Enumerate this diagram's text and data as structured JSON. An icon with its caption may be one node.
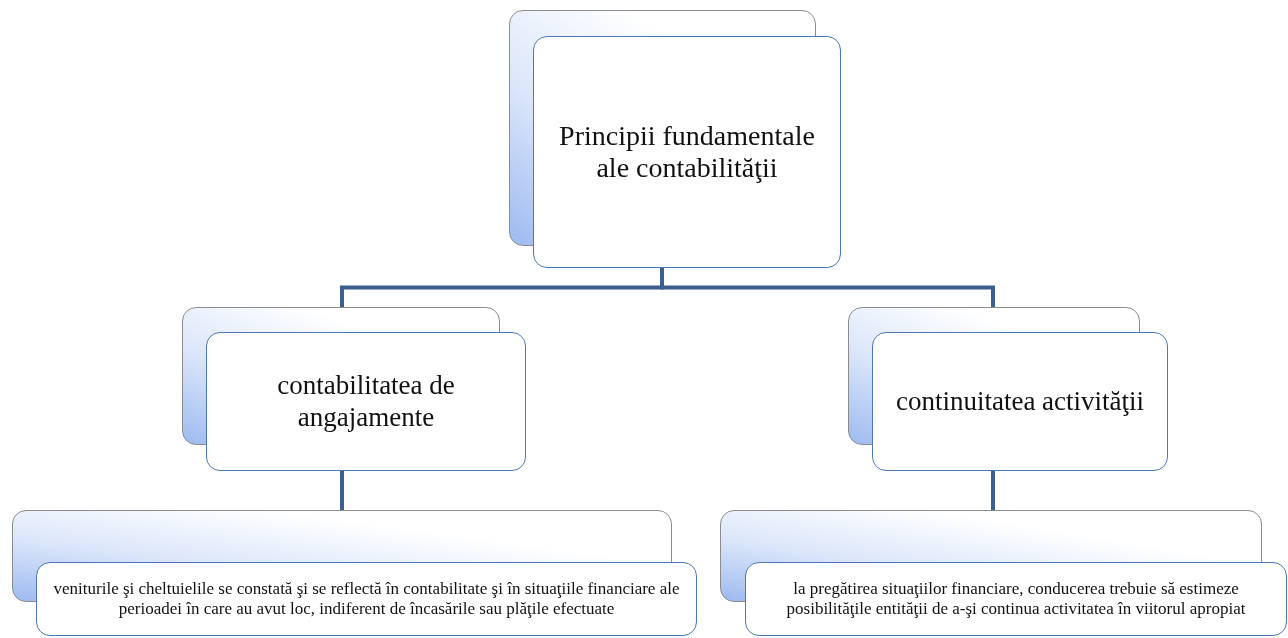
{
  "diagram": {
    "nodes": [
      {
        "text": [
          "Principii fundamentale ale contabilităţii"
        ]
      },
      {
        "text": [
          "contabilitatea de angajamente"
        ]
      },
      {
        "text": [
          "continuitatea activităţii"
        ]
      },
      {
        "text": [
          "veniturile şi cheltuielile se constată şi se reflectă în contabilitate şi în situaţiile  financiare ale perioadei  în care au avut loc, indiferent de încasările sau plăţile efectuate"
        ]
      },
      {
        "text": [
          "la pregătirea situaţiilor  financiare, conducerea trebuie să estimeze posibilităţile entităţii de a-şi continua activitatea în viitorul apropiat"
        ]
      }
    ],
    "edges": [
      {
        "from": 0,
        "to": 1,
        "arrow": "none"
      },
      {
        "from": 0,
        "to": 2,
        "arrow": "none"
      },
      {
        "from": 1,
        "to": 3,
        "arrow": "none"
      },
      {
        "from": 2,
        "to": 4,
        "arrow": "none"
      }
    ]
  }
}
